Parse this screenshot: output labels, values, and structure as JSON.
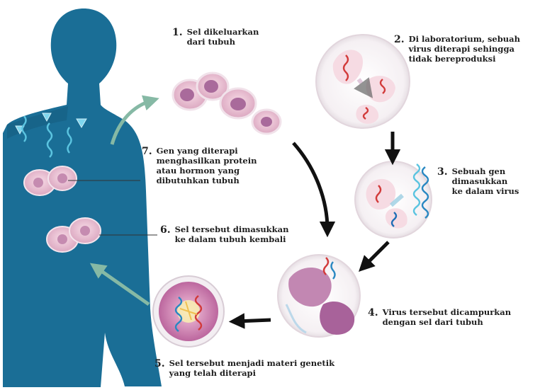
{
  "steps": [
    {
      "num": "1.",
      "text": "Sel dikeluarkan\ndari tubuh"
    },
    {
      "num": "2.",
      "text": "Di laboratorium, sebuah\nvirus diterapi sehingga\ntidak bereproduksi"
    },
    {
      "num": "3.",
      "text": "Sebuah gen\ndimasukkan\nke dalam virus"
    },
    {
      "num": "4.",
      "text": "Virus tersebut dicampurkan\ndengan sel dari tubuh"
    },
    {
      "num": "5.",
      "text": "Sel tersebut menjadi materi genetik\nyang telah diterapi"
    },
    {
      "num": "6.",
      "text": "Sel tersebut dimasukkan\nke dalam tubuh kembali"
    },
    {
      "num": "7.",
      "text": "Gen yang diterapi\nmenghasilkan protein\natau hormon yang\ndibutuhkan tubuh"
    }
  ],
  "colors": {
    "body": "#1a6e96",
    "cell_fill": "#e9c2d3",
    "nucleus": "#9b5b93",
    "arrow": "#111111",
    "arrow_green": "#86b9a5",
    "gene": "#5bc4e0",
    "virus": "#d23a3a"
  }
}
